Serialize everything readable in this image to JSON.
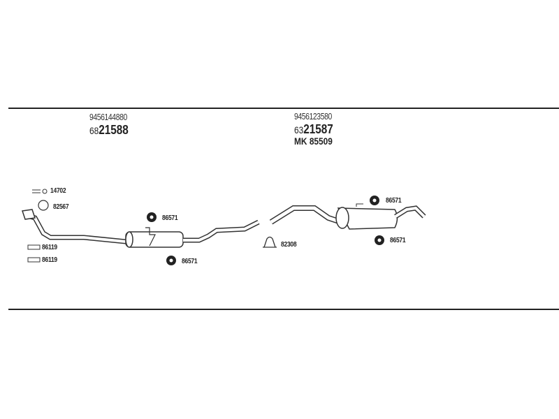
{
  "groups": [
    {
      "oem_number": "9456144880",
      "part_prefix": "68",
      "part_main": "21588"
    },
    {
      "oem_number": "9456123580",
      "part_prefix": "63",
      "part_main": "21587",
      "mounting_kit": "MK 85509"
    }
  ],
  "parts": {
    "gasket_14702": "14702",
    "ring_82567": "82567",
    "bolt_86119_a": "86119",
    "bolt_86119_b": "86119",
    "rubber_86571_a": "86571",
    "rubber_86571_b": "86571",
    "clamp_82308": "82308",
    "rubber_86571_c": "86571",
    "rubber_86571_d": "86571"
  }
}
